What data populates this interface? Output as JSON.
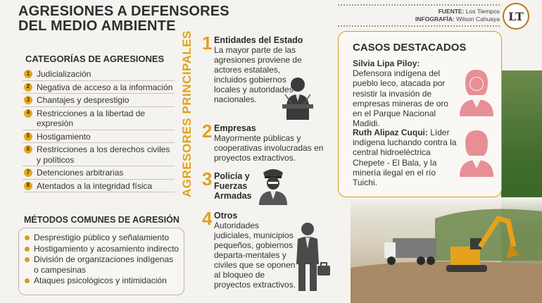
{
  "header": {
    "title_line1": "AGRESIONES A DEFENSORES",
    "title_line2": "DEL MEDIO AMBIENTE",
    "source_label": "FUENTE:",
    "source_value": "Los Tiempos",
    "infographic_label": "INFOGRAFÍA:",
    "infographic_value": "Wilson Cahuaya",
    "logo_text": "LT"
  },
  "categories": {
    "heading": "CATEGORÍAS DE AGRESIONES",
    "items": [
      {
        "num": "1",
        "label": "Judicialización"
      },
      {
        "num": "2",
        "label": "Negativa de acceso a la información"
      },
      {
        "num": "3",
        "label": "Chantajes y desprestigio"
      },
      {
        "num": "4",
        "label": "Restricciones a la libertad de expresión"
      },
      {
        "num": "5",
        "label": "Hostigamiento"
      },
      {
        "num": "6",
        "label": "Restricciones a los derechos civiles y políticos"
      },
      {
        "num": "7",
        "label": "Detenciones arbitrarias"
      },
      {
        "num": "8",
        "label": "Atentados a la integridad física"
      }
    ]
  },
  "methods": {
    "heading": "MÉTODOS COMUNES DE AGRESIÓN",
    "items": [
      "Desprestigio público y señalamiento",
      "Hostigamiento y acosamiento indirecto",
      "División de organizaciones indígenas o campesinas",
      "Ataques psicológicos y intimidación"
    ]
  },
  "aggressors": {
    "vertical_label": "AGRESORES PRINCIPALES",
    "items": [
      {
        "num": "1",
        "heading": "Entidades del Estado",
        "text": "La mayor parte de las agresiones proviene de actores estatales, incluidos gobiernos locales y autoridades nacionales.",
        "icon": "official-at-podium-icon"
      },
      {
        "num": "2",
        "heading": "Empresas",
        "text": "Mayormente públicas y cooperativas involucradas en proyectos extractivos.",
        "icon": ""
      },
      {
        "num": "3",
        "heading": "Policía y Fuerzas Armadas",
        "text": "",
        "icon": "police-officer-icon"
      },
      {
        "num": "4",
        "heading": "Otros",
        "text": "Autoridades judiciales, municipios pequeños, gobiernos departa-mentales y civiles que se oponen al bloqueo de proyectos extractivos.",
        "icon": "businessman-briefcase-icon"
      }
    ]
  },
  "cases": {
    "heading": "CASOS DESTACADOS",
    "items": [
      {
        "name": "Silvia Lipa Piloy:",
        "text": "Defensora indígena del pueblo leco, atacada por resistir la invasión de empresas mineras de oro en el Parque Nacional Madidi.",
        "icon": "woman-avatar-icon"
      },
      {
        "name": "Ruth Alipaz Cuqui:",
        "text": "Líder indígena luchando contra la central hidroeléctrica Chepete - El Bala, y la minería ilegal en el río Tuichi.",
        "icon": "woman-avatar-icon"
      }
    ]
  },
  "colors": {
    "accent": "#e0a21c",
    "avatar": "#e88f95",
    "text": "#2b2b2b"
  }
}
